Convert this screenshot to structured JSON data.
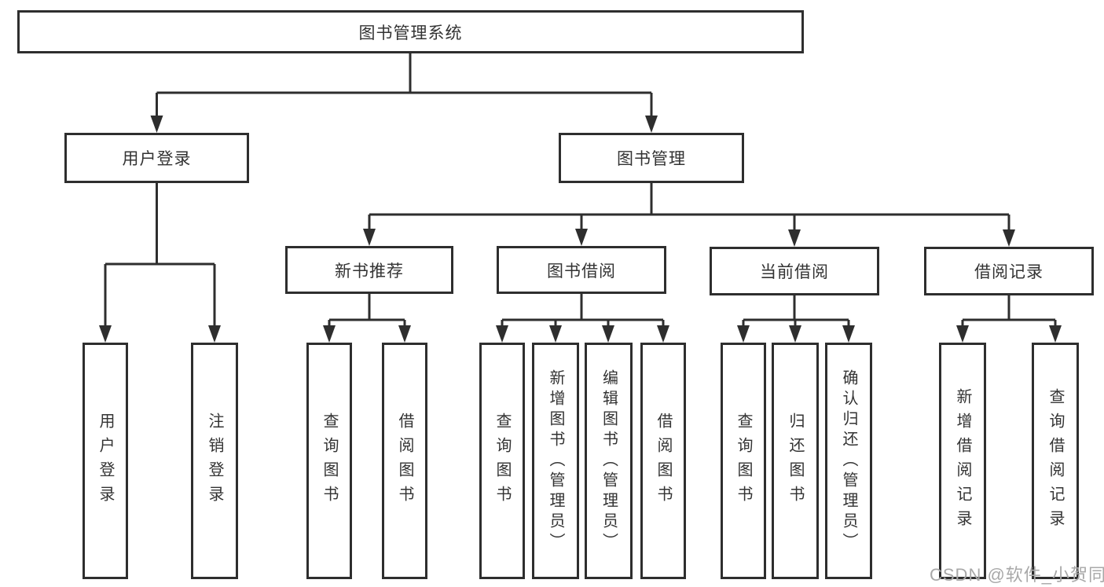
{
  "diagram": {
    "type": "hierarchy-tree",
    "root": "图书管理系统",
    "level2": [
      "用户登录",
      "图书管理"
    ],
    "level3": [
      "新书推荐",
      "图书借阅",
      "当前借阅",
      "借阅记录"
    ],
    "user_login_children": [
      "用户登录",
      "注销登录"
    ],
    "new_book_children": [
      "查询图书",
      "借阅图书"
    ],
    "borrow_children": [
      "查询图书",
      "新增图书（管理员）",
      "编辑图书（管理员）",
      "借阅图书"
    ],
    "current_children": [
      "查询图书",
      "归还图书",
      "确认归还（管理员）"
    ],
    "record_children": [
      "新增借阅记录",
      "查询借阅记录"
    ]
  },
  "watermark": "CSDN @软件_小贺同学",
  "colors": {
    "background": "#ffffff",
    "box_border": "#2e2e2e",
    "line": "#2e2e2e",
    "text": "#333333",
    "watermark": "#a8a8a8"
  }
}
